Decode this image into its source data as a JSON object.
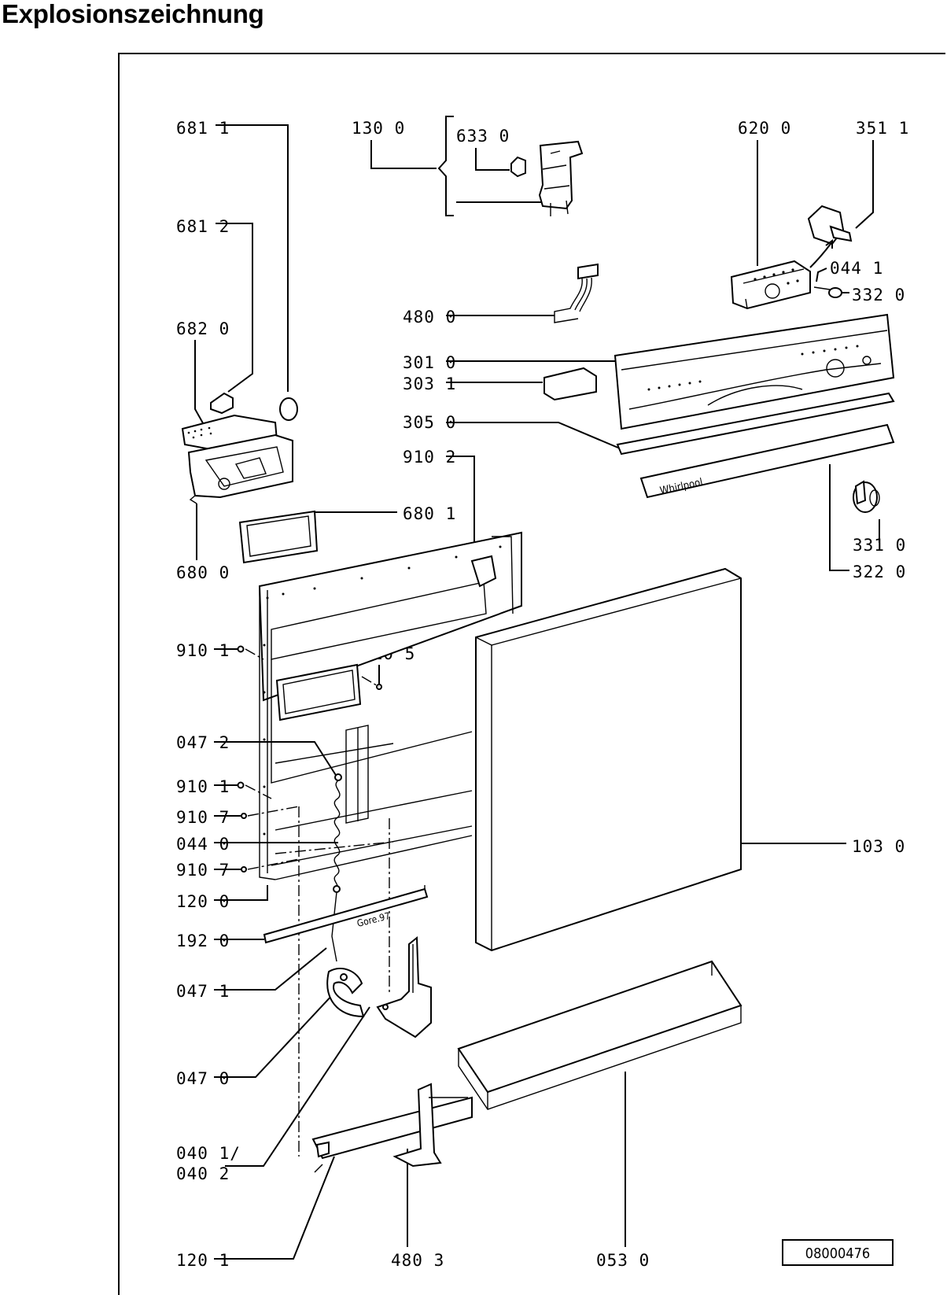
{
  "title": "Explosionszeichnung",
  "drawing_number": "08000476",
  "panel_brand": "Whirlpool",
  "sheet_annotation": "Gore.97",
  "labels": {
    "l681_1": "681 1",
    "l681_2": "681 2",
    "l682_0": "682 0",
    "l680_0": "680 0",
    "l680_1": "680 1",
    "l130_0": "130 0",
    "l633_0": "633 0",
    "l620_0": "620 0",
    "l351_1": "351 1",
    "l044_1": "044 1",
    "l332_0": "332 0",
    "l480_0": "480 0",
    "l301_0": "301 0",
    "l303_1": "303 1",
    "l305_0": "305 0",
    "l910_2": "910 2",
    "l331_0": "331 0",
    "l322_0": "322 0",
    "l910_1a": "910 1",
    "l910_5": "910 5",
    "l047_2": "047 2",
    "l910_1b": "910 1",
    "l910_7a": "910 7",
    "l044_0": "044 0",
    "l910_7b": "910 7",
    "l120_0": "120 0",
    "l192_0": "192 0",
    "l047_1": "047 1",
    "l047_0": "047 0",
    "l040_1": "040 1/",
    "l040_2": "040 2",
    "l120_1": "120 1",
    "l480_3": "480 3",
    "l053_0": "053 0",
    "l103_0": "103 0"
  }
}
